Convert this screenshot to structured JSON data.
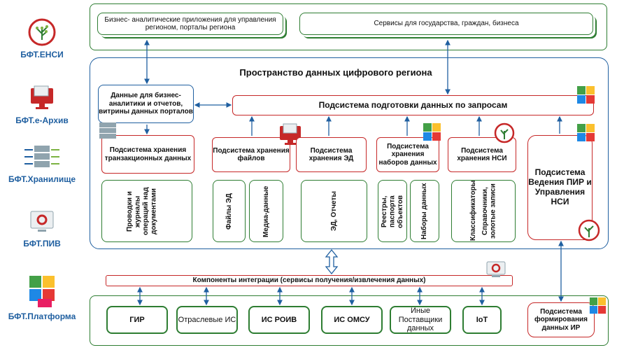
{
  "sidebar": {
    "items": [
      {
        "label": "БФТ.ЕНСИ",
        "icon": "tree-icon"
      },
      {
        "label": "БФТ.е-Архив",
        "icon": "monitor-icon"
      },
      {
        "label": "БФТ.Хранилище",
        "icon": "server-icon"
      },
      {
        "label": "БФТ.ПИВ",
        "icon": "gear-monitor-icon"
      },
      {
        "label": "БФТ.Платформа",
        "icon": "puzzle-icon"
      }
    ]
  },
  "top": {
    "apps": "Бизнес- аналитические приложения для управления регионом, порталы региона",
    "services": "Сервисы для государства, граждан, бизнеса"
  },
  "space": {
    "title": "Пространство данных цифрового региона",
    "bi_data": "Данные для бизнес-аналитики и отчетов, витрины данных порталов",
    "query_prep": "Подсистема подготовки данных по запросам",
    "subsystems": {
      "transactional": "Подсистема хранения транзакционных данных",
      "files": "Подсистема хранения файлов",
      "ed": "Подсистема хранения ЭД",
      "datasets": "Подсистема хранения наборов данных",
      "nsi": "Подсистема хранения НСИ",
      "pir": "Подсистема Ведения ПИР и Управления НСИ"
    },
    "contents": {
      "postings": "Проводки и журналы операций над документами",
      "ed_files": "Файлы ЭД",
      "media": "Медиа-данные",
      "ed_reports": "ЭД, Отчеты",
      "registries": "Реестры, паспорта объектов",
      "data_sets": "Наборы данных",
      "classifiers": "Классификаторы",
      "directories": "Справочники, золотые записи"
    }
  },
  "integration": {
    "label": "Компоненты интеграции (сервисы получения/извлечения данных)"
  },
  "sources": {
    "gir": "ГИР",
    "industry": "Отраслевые ИС",
    "roiv": "ИС РОИВ",
    "omsu": "ИС ОМСУ",
    "other": "Иные Поставщики данных",
    "iot": "IoT",
    "formation": "Подсистема формирования данных ИР"
  },
  "colors": {
    "green": "#2e7d32",
    "red": "#c62828",
    "blue": "#1f5fa0"
  }
}
